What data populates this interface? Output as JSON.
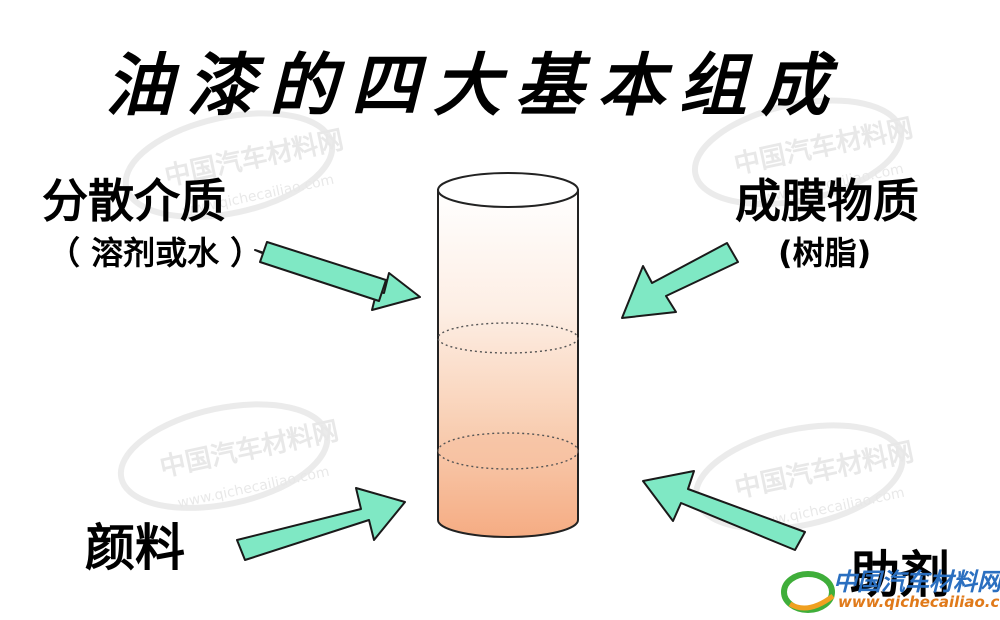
{
  "title": "油漆的四大基本组成",
  "components": {
    "dispersion_medium": {
      "name": "分散介质",
      "detail": "（ 溶剂或水 ）"
    },
    "film_former": {
      "name": "成膜物质",
      "detail": "(树脂)"
    },
    "pigment": {
      "name": "颜料"
    },
    "additive": {
      "name": "助剂"
    }
  },
  "watermark": {
    "cn": "中国汽车材料网",
    "url": "www.qichecailiao.com"
  },
  "logo": {
    "cn": "中国汽车材料网",
    "url": "www.qichecailiao.com"
  },
  "colors": {
    "arrow_fill": "#7fe8c4",
    "arrow_stroke": "#1a1a1a",
    "cylinder_top": "#ffffff",
    "cylinder_bottom": "#f5b089",
    "logo_blue": "#2a6fc0",
    "logo_orange": "#e07a1a"
  }
}
